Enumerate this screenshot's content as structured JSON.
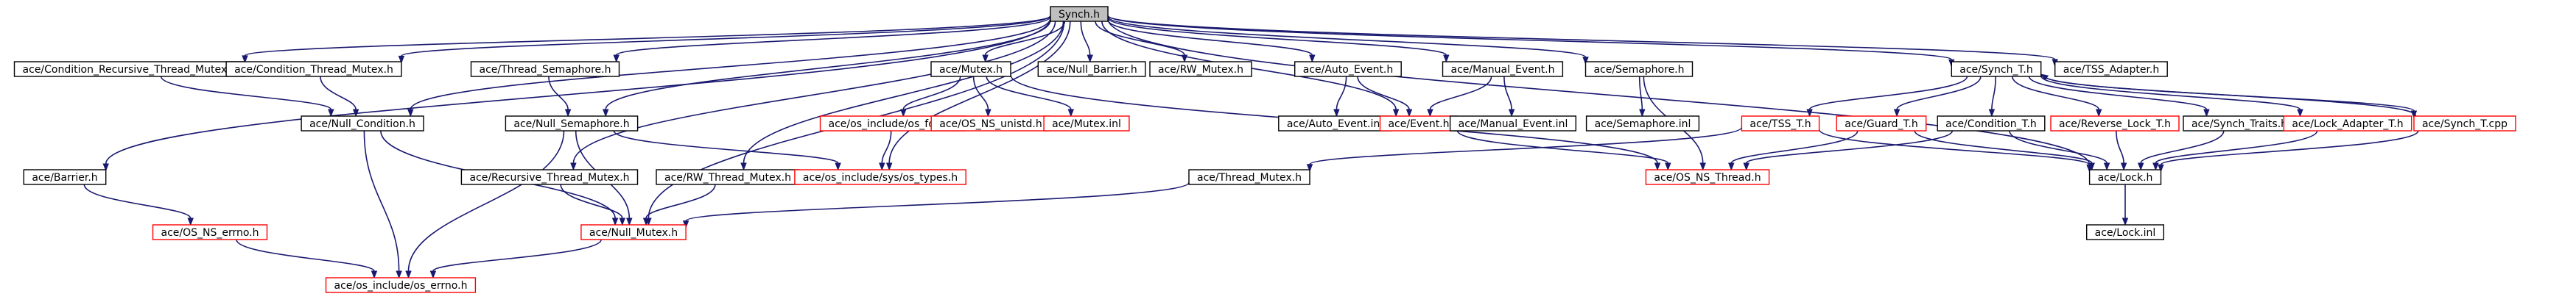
{
  "graph": {
    "root": "synch_h",
    "colors": {
      "edge": "#191970",
      "node_border_complete": "#000000",
      "node_border_partial": "#ff0000",
      "root_fill": "#bfbfbf",
      "node_fill": "#ffffff",
      "background": "#ffffff"
    },
    "nodes": [
      {
        "id": "synch_h",
        "label": "Synch.h",
        "style": "root"
      },
      {
        "id": "cond_rec_thread_mutex",
        "label": "ace/Condition_Recursive_Thread_Mutex.h",
        "style": "complete"
      },
      {
        "id": "cond_thread_mutex",
        "label": "ace/Condition_Thread_Mutex.h",
        "style": "complete"
      },
      {
        "id": "thread_semaphore",
        "label": "ace/Thread_Semaphore.h",
        "style": "complete"
      },
      {
        "id": "mutex_h",
        "label": "ace/Mutex.h",
        "style": "complete"
      },
      {
        "id": "null_barrier",
        "label": "ace/Null_Barrier.h",
        "style": "complete"
      },
      {
        "id": "rw_mutex",
        "label": "ace/RW_Mutex.h",
        "style": "complete"
      },
      {
        "id": "auto_event_h",
        "label": "ace/Auto_Event.h",
        "style": "complete"
      },
      {
        "id": "manual_event_h",
        "label": "ace/Manual_Event.h",
        "style": "complete"
      },
      {
        "id": "semaphore_h",
        "label": "ace/Semaphore.h",
        "style": "complete"
      },
      {
        "id": "synch_t_h",
        "label": "ace/Synch_T.h",
        "style": "complete"
      },
      {
        "id": "tss_adapter",
        "label": "ace/TSS_Adapter.h",
        "style": "complete"
      },
      {
        "id": "null_condition",
        "label": "ace/Null_Condition.h",
        "style": "complete"
      },
      {
        "id": "null_semaphore",
        "label": "ace/Null_Semaphore.h",
        "style": "complete"
      },
      {
        "id": "os_fcntl",
        "label": "ace/os_include/os_fcntl.h",
        "style": "partial"
      },
      {
        "id": "os_ns_unistd",
        "label": "ace/OS_NS_unistd.h",
        "style": "partial"
      },
      {
        "id": "mutex_inl",
        "label": "ace/Mutex.inl",
        "style": "partial"
      },
      {
        "id": "auto_event_inl",
        "label": "ace/Auto_Event.inl",
        "style": "complete"
      },
      {
        "id": "event_h",
        "label": "ace/Event.h",
        "style": "partial"
      },
      {
        "id": "manual_event_inl",
        "label": "ace/Manual_Event.inl",
        "style": "complete"
      },
      {
        "id": "semaphore_inl",
        "label": "ace/Semaphore.inl",
        "style": "complete"
      },
      {
        "id": "tss_t",
        "label": "ace/TSS_T.h",
        "style": "partial"
      },
      {
        "id": "guard_t",
        "label": "ace/Guard_T.h",
        "style": "partial"
      },
      {
        "id": "condition_t",
        "label": "ace/Condition_T.h",
        "style": "complete"
      },
      {
        "id": "reverse_lock_t",
        "label": "ace/Reverse_Lock_T.h",
        "style": "partial"
      },
      {
        "id": "synch_traits",
        "label": "ace/Synch_Traits.h",
        "style": "complete"
      },
      {
        "id": "lock_adapter_t",
        "label": "ace/Lock_Adapter_T.h",
        "style": "partial"
      },
      {
        "id": "synch_t_cpp",
        "label": "ace/Synch_T.cpp",
        "style": "partial"
      },
      {
        "id": "barrier_h",
        "label": "ace/Barrier.h",
        "style": "complete"
      },
      {
        "id": "recursive_thread_mutex",
        "label": "ace/Recursive_Thread_Mutex.h",
        "style": "complete"
      },
      {
        "id": "rw_thread_mutex",
        "label": "ace/RW_Thread_Mutex.h",
        "style": "complete"
      },
      {
        "id": "os_types",
        "label": "ace/os_include/sys/os_types.h",
        "style": "partial"
      },
      {
        "id": "thread_mutex",
        "label": "ace/Thread_Mutex.h",
        "style": "complete"
      },
      {
        "id": "os_ns_thread",
        "label": "ace/OS_NS_Thread.h",
        "style": "partial"
      },
      {
        "id": "lock_h",
        "label": "ace/Lock.h",
        "style": "complete"
      },
      {
        "id": "os_ns_errno",
        "label": "ace/OS_NS_errno.h",
        "style": "partial"
      },
      {
        "id": "null_mutex",
        "label": "ace/Null_Mutex.h",
        "style": "partial"
      },
      {
        "id": "lock_inl",
        "label": "ace/Lock.inl",
        "style": "complete"
      },
      {
        "id": "os_errno",
        "label": "ace/os_include/os_errno.h",
        "style": "partial"
      }
    ],
    "edges": [
      [
        "synch_h",
        "cond_rec_thread_mutex"
      ],
      [
        "synch_h",
        "cond_thread_mutex"
      ],
      [
        "synch_h",
        "thread_semaphore"
      ],
      [
        "synch_h",
        "mutex_h"
      ],
      [
        "synch_h",
        "null_barrier"
      ],
      [
        "synch_h",
        "rw_mutex"
      ],
      [
        "synch_h",
        "auto_event_h"
      ],
      [
        "synch_h",
        "manual_event_h"
      ],
      [
        "synch_h",
        "semaphore_h"
      ],
      [
        "synch_h",
        "synch_t_h"
      ],
      [
        "synch_h",
        "tss_adapter"
      ],
      [
        "synch_h",
        "barrier_h"
      ],
      [
        "synch_h",
        "recursive_thread_mutex"
      ],
      [
        "synch_h",
        "rw_thread_mutex"
      ],
      [
        "synch_h",
        "null_condition"
      ],
      [
        "synch_h",
        "null_semaphore"
      ],
      [
        "synch_h",
        "os_types"
      ],
      [
        "synch_h",
        "null_mutex"
      ],
      [
        "synch_h",
        "event_h"
      ],
      [
        "synch_h",
        "lock_h"
      ],
      [
        "cond_rec_thread_mutex",
        "null_condition"
      ],
      [
        "cond_thread_mutex",
        "null_condition"
      ],
      [
        "thread_semaphore",
        "null_semaphore"
      ],
      [
        "mutex_h",
        "os_fcntl"
      ],
      [
        "mutex_h",
        "os_ns_unistd"
      ],
      [
        "mutex_h",
        "mutex_inl"
      ],
      [
        "mutex_h",
        "os_ns_thread"
      ],
      [
        "auto_event_h",
        "auto_event_inl"
      ],
      [
        "auto_event_h",
        "event_h"
      ],
      [
        "manual_event_h",
        "event_h"
      ],
      [
        "manual_event_h",
        "manual_event_inl"
      ],
      [
        "semaphore_h",
        "semaphore_inl"
      ],
      [
        "semaphore_h",
        "os_ns_thread"
      ],
      [
        "synch_t_h",
        "tss_t"
      ],
      [
        "synch_t_h",
        "guard_t"
      ],
      [
        "synch_t_h",
        "condition_t"
      ],
      [
        "synch_t_h",
        "reverse_lock_t"
      ],
      [
        "synch_t_h",
        "synch_traits"
      ],
      [
        "synch_t_h",
        "lock_adapter_t"
      ],
      [
        "synch_t_h",
        "synch_t_cpp"
      ],
      [
        "tss_t",
        "thread_mutex"
      ],
      [
        "tss_t",
        "lock_h"
      ],
      [
        "guard_t",
        "os_ns_thread"
      ],
      [
        "guard_t",
        "lock_h"
      ],
      [
        "condition_t",
        "os_ns_thread"
      ],
      [
        "condition_t",
        "lock_h"
      ],
      [
        "reverse_lock_t",
        "lock_h"
      ],
      [
        "synch_traits",
        "lock_h"
      ],
      [
        "lock_adapter_t",
        "lock_h"
      ],
      [
        "synch_t_cpp",
        "synch_t_h"
      ],
      [
        "synch_t_cpp",
        "lock_h"
      ],
      [
        "lock_h",
        "lock_inl"
      ],
      [
        "null_condition",
        "null_mutex"
      ],
      [
        "null_condition",
        "os_errno"
      ],
      [
        "null_semaphore",
        "null_mutex"
      ],
      [
        "null_semaphore",
        "os_types"
      ],
      [
        "null_semaphore",
        "os_errno"
      ],
      [
        "os_fcntl",
        "os_types"
      ],
      [
        "event_h",
        "os_ns_thread"
      ],
      [
        "barrier_h",
        "os_ns_errno"
      ],
      [
        "os_ns_errno",
        "os_errno"
      ],
      [
        "recursive_thread_mutex",
        "null_mutex"
      ],
      [
        "rw_thread_mutex",
        "null_mutex"
      ],
      [
        "thread_mutex",
        "null_mutex"
      ],
      [
        "null_mutex",
        "os_errno"
      ]
    ]
  }
}
